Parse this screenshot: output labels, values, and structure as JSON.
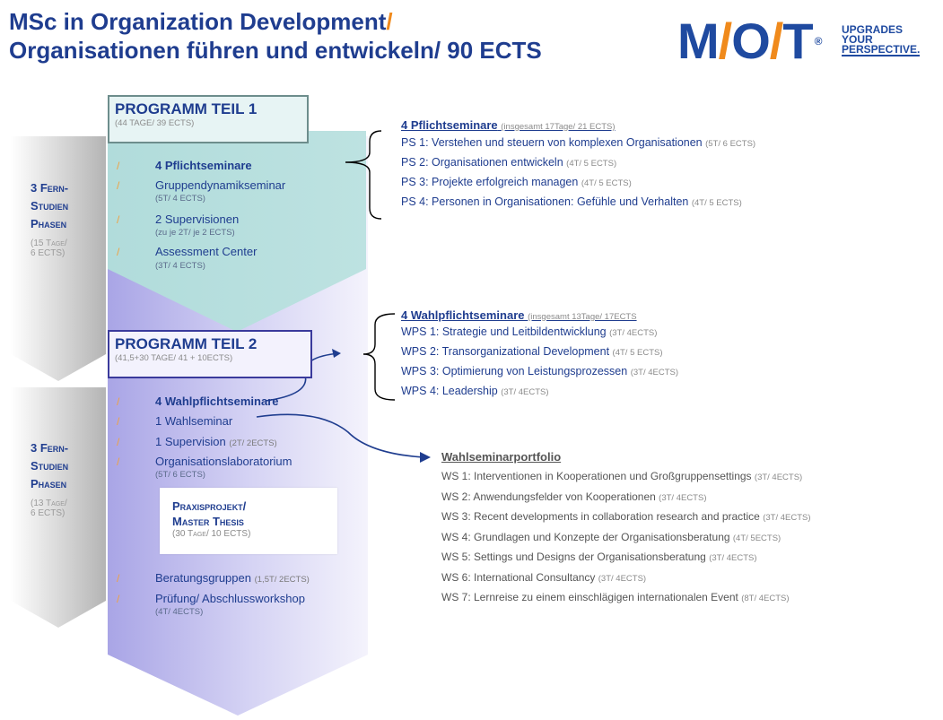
{
  "header": {
    "title_line1": "MSc in Organization Development",
    "title_slash": "/",
    "title_line2": "Organisationen führen und entwickeln/ 90 ECTS"
  },
  "logo": {
    "m": "M",
    "s1": "/",
    "o": "O",
    "s2": "/",
    "t": "T",
    "reg": "®",
    "tagline": [
      "UPGRADES",
      "YOUR",
      "PERSPECTIVE."
    ]
  },
  "side_phase_1": {
    "l1": "3 Fern-",
    "l2": "Studien",
    "l3": "Phasen",
    "s1": "(15 Tage/",
    "s2": "6 ECTS)"
  },
  "side_phase_2": {
    "l1": "3 Fern-",
    "l2": "Studien",
    "l3": "Phasen",
    "s1": "(13 Tage/",
    "s2": "6 ECTS)"
  },
  "programm1": {
    "title": "PROGRAMM TEIL 1",
    "subtitle": "(44 TAGE/ 39 ECTS)",
    "items": [
      {
        "label": "4 Pflichtseminare",
        "detail": ""
      },
      {
        "label": "Gruppendynamikseminar",
        "detail": "(5T/ 4 ECTS)"
      },
      {
        "label": "2 Supervisionen",
        "detail": "(zu je 2T/ je 2 ECTS)"
      },
      {
        "label": "Assessment Center",
        "detail": "(3T/ 4 ECTS)"
      }
    ]
  },
  "programm2": {
    "title": "PROGRAMM TEIL 2",
    "subtitle": "(41,5+30 TAGE/ 41 + 10ECTS)",
    "items": [
      {
        "label": "4 Wahlpflichtseminare"
      },
      {
        "label": "1 Wahlseminar"
      },
      {
        "label": "1 Supervision",
        "inline": "(2T/ 2ECTS)"
      },
      {
        "label": "Organisationslaboratorium",
        "detail": "(5T/ 6 ECTS)"
      },
      {
        "label": "Beratungsgruppen",
        "inline": "(1,5T/ 2ECTS)"
      },
      {
        "label": "Prüfung/ Abschlussworkshop",
        "detail": "(4T/  4ECTS)"
      }
    ],
    "praxis": {
      "l1": "Praxisprojekt/",
      "l2": "Master Thesis",
      "sub": "(30 Tage/ 10 ECTS)"
    }
  },
  "pflichtseminare": {
    "heading": "4 Pflichtseminare",
    "heading_note": "(insgesamt 17Tage/ 21 ECTS)",
    "rows": [
      {
        "text": "PS 1:  Verstehen und steuern von komplexen Organisationen",
        "note": "(5T/  6 ECTS)"
      },
      {
        "text": "PS 2:  Organisationen entwickeln",
        "note": "(4T/ 5 ECTS)"
      },
      {
        "text": "PS 3:  Projekte erfolgreich managen",
        "note": "(4T/ 5 ECTS)"
      },
      {
        "text": "PS 4:  Personen in Organisationen: Gefühle und Verhalten",
        "note": "(4T/ 5 ECTS)"
      }
    ]
  },
  "wahlpflichtseminare": {
    "heading": "4 Wahlpflichtseminare",
    "heading_note": "(insgesamt 13Tage/ 17ECTS",
    "rows": [
      {
        "text": "WPS 1: Strategie und Leitbildentwicklung",
        "note": "(3T/ 4ECTS)"
      },
      {
        "text": "WPS 2: Transorganizational Development",
        "note": "(4T/ 5 ECTS)"
      },
      {
        "text": "WPS 3: Optimierung von Leistungsprozessen",
        "note": "(3T/ 4ECTS)"
      },
      {
        "text": "WPS 4: Leadership",
        "note": "(3T/ 4ECTS)"
      }
    ]
  },
  "wahlseminarportfolio": {
    "heading": "Wahlseminarportfolio",
    "rows": [
      {
        "text": "WS 1: Interventionen in Kooperationen und Großgruppensettings",
        "note": "(3T/ 4ECTS)"
      },
      {
        "text": "WS 2: Anwendungsfelder von Kooperationen",
        "note": "(3T/ 4ECTS)"
      },
      {
        "text": "WS 3: Recent developments in collaboration  research and practice",
        "note": "(3T/ 4ECTS)"
      },
      {
        "text": "WS 4: Grundlagen und Konzepte der Organisationsberatung",
        "note": "(4T/ 5ECTS)"
      },
      {
        "text": "WS 5: Settings und Designs der Organisationsberatung",
        "note": "(3T/ 4ECTS)"
      },
      {
        "text": "WS 6: International Consultancy",
        "note": "(3T/ 4ECTS)"
      },
      {
        "text": "WS 7: Lernreise zu einem einschlägigen internationalen Event",
        "note": "(8T/ 4ECTS)"
      }
    ]
  },
  "colors": {
    "navy": "#1f3d8f",
    "orange": "#f08a1c",
    "teal": "#b5dedd",
    "lavender": "#c6c3ee",
    "gray": "#c8c8c8"
  }
}
